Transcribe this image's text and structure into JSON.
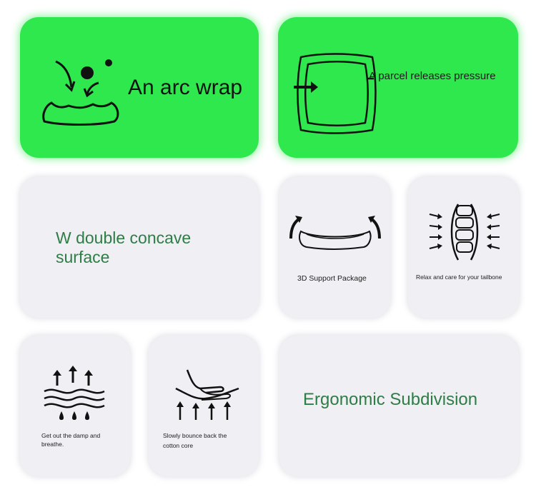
{
  "cards": {
    "arc_wrap": {
      "label": "An arc wrap",
      "icon": "arc-wrap-icon"
    },
    "parcel": {
      "label": "A parcel releases pressure",
      "icon": "parcel-frame-icon"
    },
    "w_concave": {
      "line1": "W double concave",
      "line2": "surface"
    },
    "support": {
      "label": "3D Support Package",
      "icon": "curved-pad-icon"
    },
    "tailbone": {
      "label": "Relax and care for your tailbone",
      "icon": "spine-icon"
    },
    "breathe": {
      "line1": "Get out the damp and",
      "line2": "breathe.",
      "icon": "breathable-waves-icon"
    },
    "bounce": {
      "line1": "Slowly bounce back the",
      "line2": "cotton core",
      "icon": "hand-rebound-icon"
    },
    "ergonomic": {
      "label": "Ergonomic Subdivision"
    }
  },
  "colors": {
    "green_card": "#2ee84e",
    "grey_card": "#efeff4",
    "green_text": "#2e7d46"
  }
}
